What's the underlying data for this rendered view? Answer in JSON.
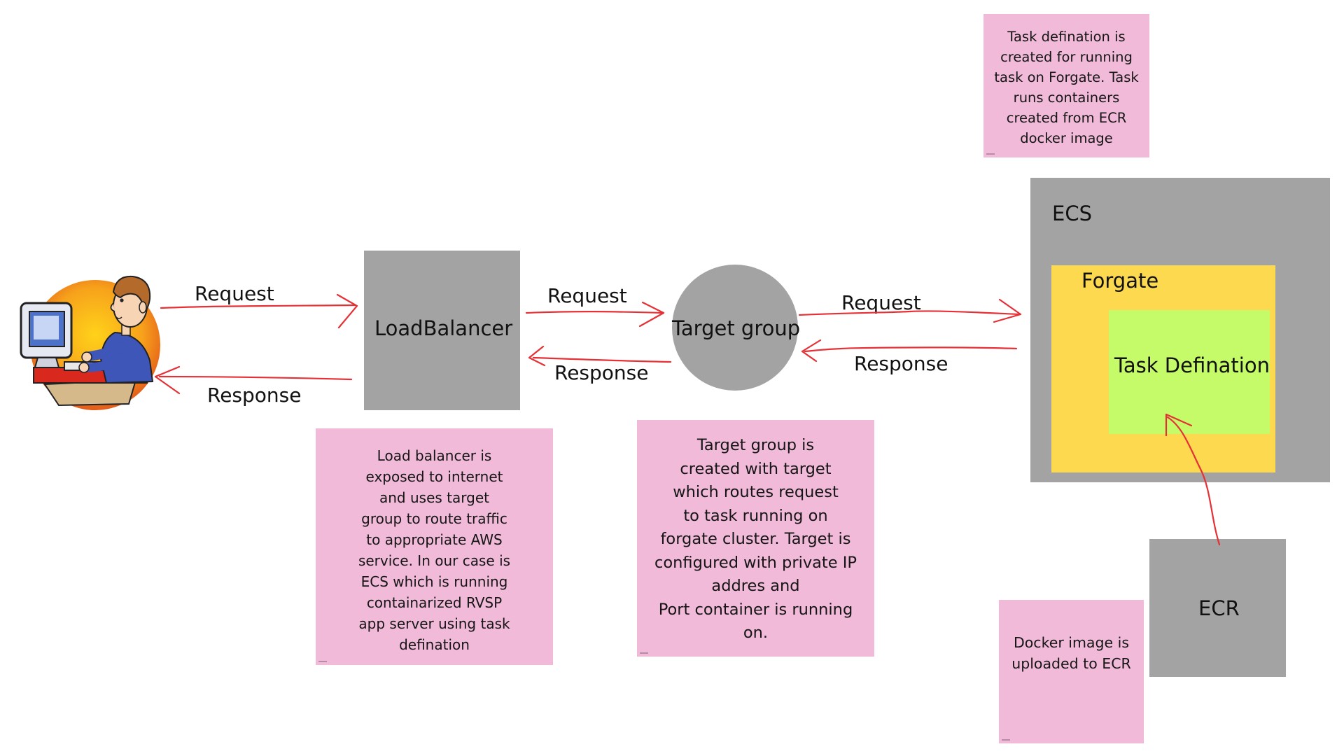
{
  "nodes": {
    "loadbalancer": "LoadBalancer",
    "target_group": "Target group",
    "ecs": "ECS",
    "forgate": "Forgate",
    "task_defination": "Task Defination",
    "ecr": "ECR"
  },
  "flows": {
    "user_request": "Request",
    "user_response": "Response",
    "lb_request": "Request",
    "lb_response": "Response",
    "tg_request": "Request",
    "tg_response": "Response"
  },
  "notes": {
    "task_defination": "Task defination is\ncreated for running\ntask on Forgate. Task\nruns containers\ncreated from ECR\ndocker image",
    "load_balancer": "Load balancer is\nexposed to internet\nand uses target\ngroup to route traffic\nto appropriate AWS\nservice. In our case is\nECS which is running\ncontainarized RVSP\napp server using task\ndefination",
    "target_group": "Target group is\ncreated with target\nwhich routes request\nto task running on\nforgate cluster. Target  is\nconfigured with private IP\naddres and\nPort  container is running\non.",
    "docker_image": "Docker image is\nuploaded to ECR"
  },
  "colors": {
    "box_gray": "#a3a3a3",
    "note_pink": "#f1bad9",
    "forgate_yellow": "#fdd94f",
    "task_green": "#c5fb68",
    "arrow_red": "#e53035"
  },
  "icons": {
    "user": "person-at-computer-icon"
  }
}
